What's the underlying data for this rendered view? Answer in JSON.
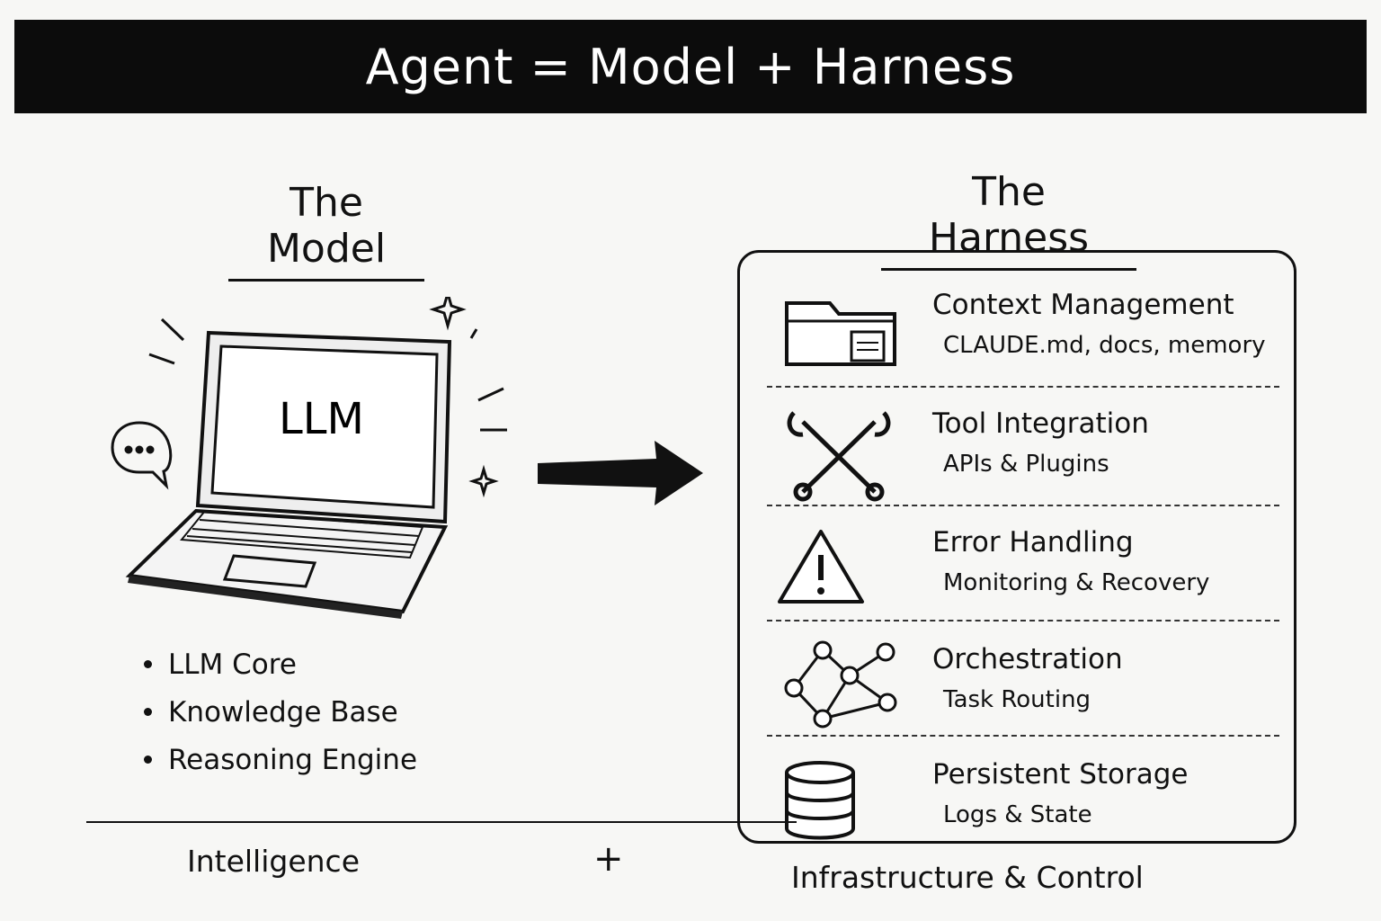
{
  "title": "Agent = Model + Harness",
  "model": {
    "heading": "The Model",
    "screen_text": "LLM",
    "items": [
      "LLM Core",
      "Knowledge Base",
      "Reasoning Engine"
    ]
  },
  "harness": {
    "heading": "The Harness",
    "rows": [
      {
        "title": "Context Management",
        "subtitle": "CLAUDE.md, docs, memory",
        "icon": "folder-icon"
      },
      {
        "title": "Tool Integration",
        "subtitle": "APIs & Plugins",
        "icon": "wrench-icon"
      },
      {
        "title": "Error Handling",
        "subtitle": "Monitoring & Recovery",
        "icon": "warning-icon"
      },
      {
        "title": "Orchestration",
        "subtitle": "Task Routing",
        "icon": "network-icon"
      },
      {
        "title": "Persistent Storage",
        "subtitle": "Logs & State",
        "icon": "database-icon"
      }
    ]
  },
  "footer": {
    "left": "Intelligence",
    "plus": "+",
    "right": "Infrastructure & Control"
  }
}
